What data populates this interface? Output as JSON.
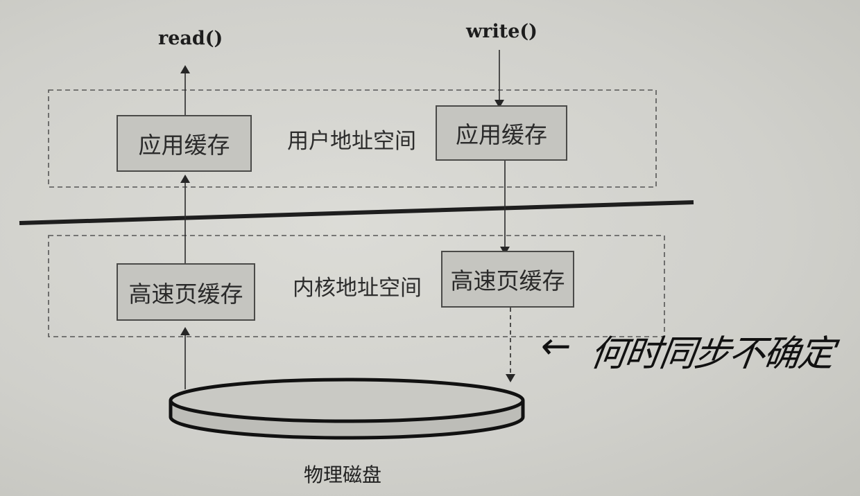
{
  "top_labels": {
    "read": "read()",
    "write": "write()"
  },
  "user_space": {
    "label": "用户地址空间",
    "left_box": "应用缓存",
    "right_box": "应用缓存"
  },
  "kernel_space": {
    "label": "内核地址空间",
    "left_box": "高速页缓存",
    "right_box": "高速页缓存"
  },
  "disk": {
    "label": "物理磁盘"
  },
  "handwritten_note": {
    "arrow": "←",
    "text": "何时同步不确定"
  },
  "colors": {
    "line": "#2a2a2a",
    "box_fill": "#c5c5c0",
    "disk_fill": "#bdbdb8",
    "dashed": "#555555"
  }
}
